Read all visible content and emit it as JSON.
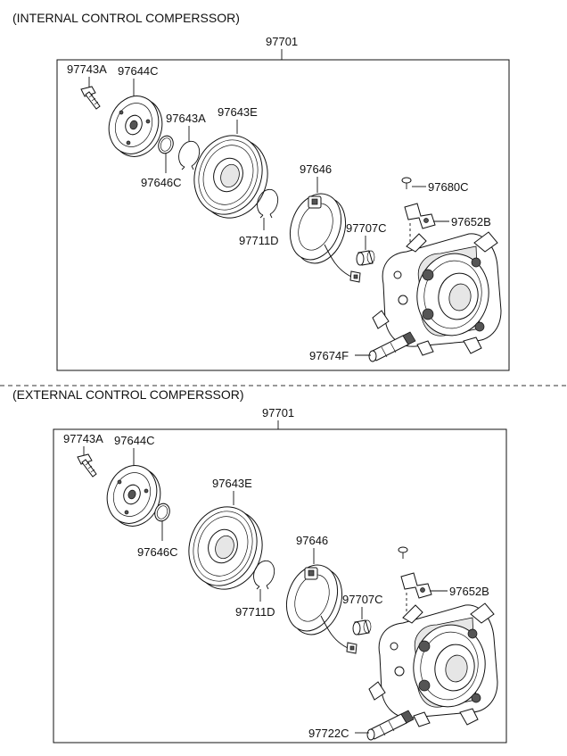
{
  "sections": [
    {
      "title": "(INTERNAL CONTROL COMPERSSOR)",
      "assembly": "97701",
      "parts": {
        "bolt": "97743A",
        "hub": "97644C",
        "shim": "97646C",
        "snap_ring_a": "97643A",
        "pulley": "97643E",
        "snap_ring_d": "97711D",
        "coil": "97646",
        "sleeve": "97707C",
        "bolt_small": "97680C",
        "bracket": "97652B",
        "valve": "97674F"
      }
    },
    {
      "title": "(EXTERNAL CONTROL COMPERSSOR)",
      "assembly": "97701",
      "parts": {
        "bolt": "97743A",
        "hub": "97644C",
        "shim": "97646C",
        "pulley": "97643E",
        "snap_ring_d": "97711D",
        "coil": "97646",
        "sleeve": "97707C",
        "bracket": "97652B",
        "valve": "97722C"
      }
    }
  ]
}
